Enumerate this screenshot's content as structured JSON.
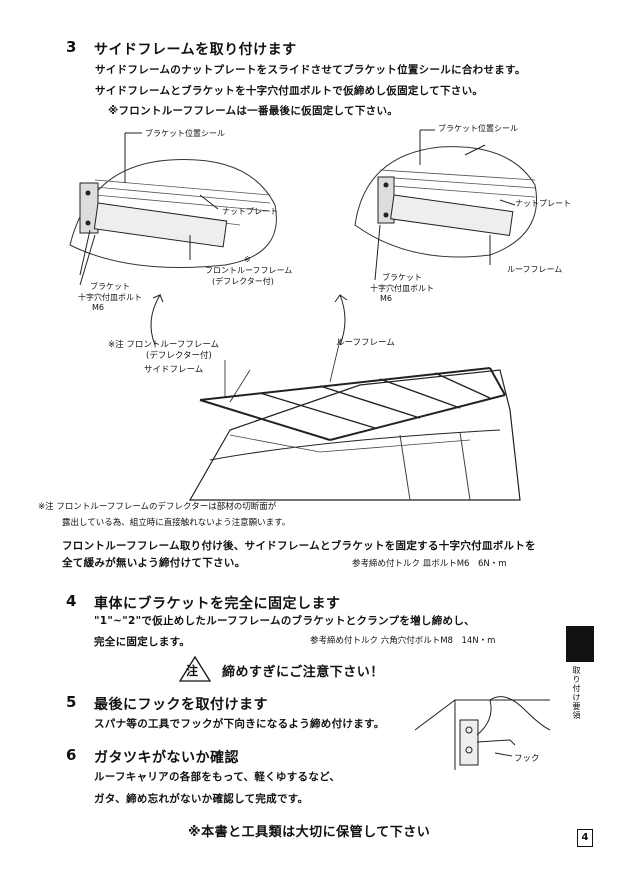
{
  "step3": {
    "num": "3",
    "title": "サイドフレームを取り付けます",
    "line1": "サイドフレームのナットプレートをスライドさせてブラケット位置シールに合わせます。",
    "line2": "サイドフレームとブラケットを十字穴付皿ボルトで仮締めし仮固定して下さい。",
    "line3": "※フロントルーフフレームは一番最後に仮固定して下さい。"
  },
  "diagram_left": {
    "label_seal": "ブラケット位置シール",
    "label_nut": "ナットプレート",
    "label_mark": "※",
    "label_front1": "フロントルーフフレーム",
    "label_front2": "(デフレクター付)",
    "label_bracket": "ブラケット",
    "label_bolt": "十字穴付皿ボルト",
    "label_m6": "M6"
  },
  "diagram_right": {
    "label_seal": "ブラケット位置シール",
    "label_nut": "ナットプレート",
    "label_roof": "ルーフフレーム",
    "label_bracket": "ブラケット",
    "label_bolt": "十字穴付皿ボルト",
    "label_m6": "M6"
  },
  "diagram_main": {
    "label_front1": "※注 フロントルーフフレーム",
    "label_front2": "(デフレクター付)",
    "label_side": "サイドフレーム",
    "label_roof": "ルーフフレーム"
  },
  "note": {
    "line1": "※注 フロントルーフフレームのデフレクターは部材の切断面が",
    "line2": "露出している為、組立時に直接触れないよう注意願います。"
  },
  "after": {
    "line1": "フロントルーフフレーム取り付け後、サイドフレームとブラケットを固定する十字穴付皿ボルトを",
    "line2": "全て緩みが無いよう締付けて下さい。",
    "torque": "参考締め付トルク 皿ボルトM6　6N・m"
  },
  "step4": {
    "num": "4",
    "title": "車体にブラケットを完全に固定します",
    "line1": "\"1\"~\"2\"で仮止めしたルーフフレームのブラケットとクランプを増し締めし、",
    "line2": "完全に固定します。",
    "torque": "参考締め付トルク 六角穴付ボルトM8　14N・m"
  },
  "caution": {
    "badge": "注",
    "text": "締めすぎにご注意下さい！"
  },
  "step5": {
    "num": "5",
    "title": "最後にフックを取付けます",
    "line1": "スパナ等の工具でフックが下向きになるよう締め付けます。",
    "hook_label": "フック"
  },
  "step6": {
    "num": "6",
    "title": "ガタツキがないか確認",
    "line1": "ルーフキャリアの各部をもって、軽くゆするなど、",
    "line2": "ガタ、締め忘れがないか確認して完成です。"
  },
  "footer": {
    "notice": "※本書と工具類は大切に保管して下さい",
    "page": "4",
    "side_tab": "取り付け要領"
  }
}
